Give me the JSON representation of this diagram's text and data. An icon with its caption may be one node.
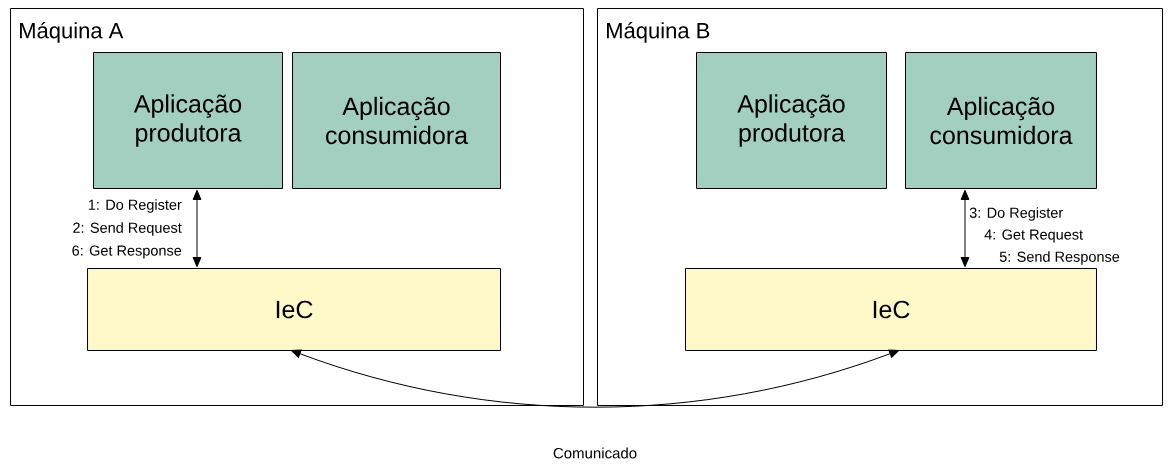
{
  "diagram": {
    "nodes": [
      {
        "text": [
          "Máquina A"
        ]
      },
      {
        "text": [
          "Aplicação produtora"
        ],
        "in": 0
      },
      {
        "text": [
          "Aplicação consumidora"
        ],
        "in": 0
      },
      {
        "text": [
          "IeC"
        ],
        "in": 0
      },
      {
        "text": [
          "Máquina B"
        ]
      },
      {
        "text": [
          "Aplicação produtora"
        ],
        "in": 4
      },
      {
        "text": [
          "Aplicação consumidora"
        ],
        "in": 4
      },
      {
        "text": [
          "IeC"
        ],
        "in": 4
      }
    ],
    "edges": [
      {
        "from": 1,
        "to": 3,
        "arrow": "both"
      },
      {
        "from": 6,
        "to": 7,
        "arrow": "both"
      },
      {
        "from": 3,
        "to": 7,
        "arrow": "both",
        "label": "Comunicado"
      }
    ],
    "labels": [
      "1: Do Register",
      "2: Send Request",
      "6: Get Response",
      "3: Do Register",
      "4: Get Request",
      "5: Send Response"
    ]
  }
}
